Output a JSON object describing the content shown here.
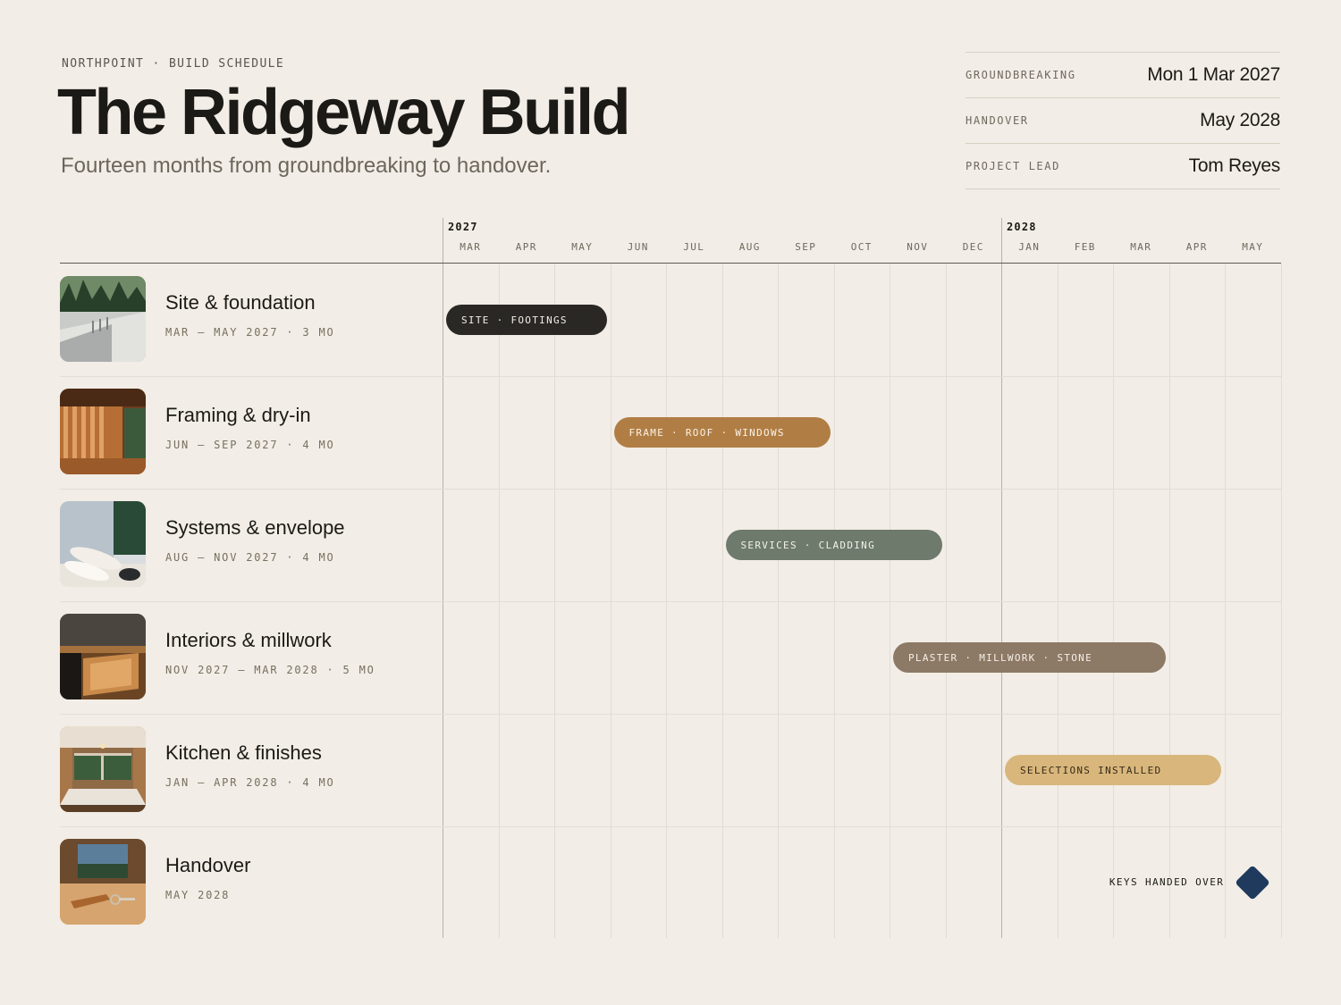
{
  "header": {
    "eyebrow": "NORTHPOINT · BUILD SCHEDULE",
    "title": "The Ridgeway Build",
    "subtitle": "Fourteen months from groundbreaking to handover."
  },
  "meta": [
    {
      "label": "GROUNDBREAKING",
      "value": "Mon 1 Mar 2027"
    },
    {
      "label": "HANDOVER",
      "value": "May 2028"
    },
    {
      "label": "PROJECT LEAD",
      "value": "Tom Reyes"
    }
  ],
  "timeline": {
    "years": [
      "2027",
      "2028"
    ],
    "months": [
      "MAR",
      "APR",
      "MAY",
      "JUN",
      "JUL",
      "AUG",
      "SEP",
      "OCT",
      "NOV",
      "DEC",
      "JAN",
      "FEB",
      "MAR",
      "APR",
      "MAY"
    ]
  },
  "phases": [
    {
      "title": "Site & foundation",
      "sub": "MAR – MAY 2027 · 3 MO",
      "bar_label": "SITE · FOOTINGS",
      "start": "2027-03",
      "end": "2027-05",
      "color": "#2a2825",
      "text_color": "#f2ede6",
      "thumb": "site-photo"
    },
    {
      "title": "Framing & dry-in",
      "sub": "JUN – SEP 2027 · 4 MO",
      "bar_label": "FRAME · ROOF · WINDOWS",
      "start": "2027-06",
      "end": "2027-09",
      "color": "#b07e45",
      "text_color": "#fbf3e6",
      "thumb": "framing-photo"
    },
    {
      "title": "Systems & envelope",
      "sub": "AUG – NOV 2027 · 4 MO",
      "bar_label": "SERVICES · CLADDING",
      "start": "2027-08",
      "end": "2027-11",
      "color": "#6e7a6b",
      "text_color": "#f1f1ea",
      "thumb": "blueprints-photo"
    },
    {
      "title": "Interiors & millwork",
      "sub": "NOV 2027 – MAR 2028 · 5 MO",
      "bar_label": "PLASTER · MILLWORK · STONE",
      "start": "2027-11",
      "end": "2028-03",
      "color": "#8c7966",
      "text_color": "#f6efe6",
      "thumb": "millwork-photo"
    },
    {
      "title": "Kitchen & finishes",
      "sub": "JAN – APR 2028 · 4 MO",
      "bar_label": "SELECTIONS INSTALLED",
      "start": "2028-01",
      "end": "2028-04",
      "color": "#d8b67c",
      "text_color": "#3a2c16",
      "thumb": "kitchen-photo"
    },
    {
      "title": "Handover",
      "sub": "MAY 2028",
      "milestone_label": "KEYS HANDED OVER",
      "date": "2028-05",
      "color": "#1f3a5c",
      "thumb": "keys-photo"
    }
  ]
}
